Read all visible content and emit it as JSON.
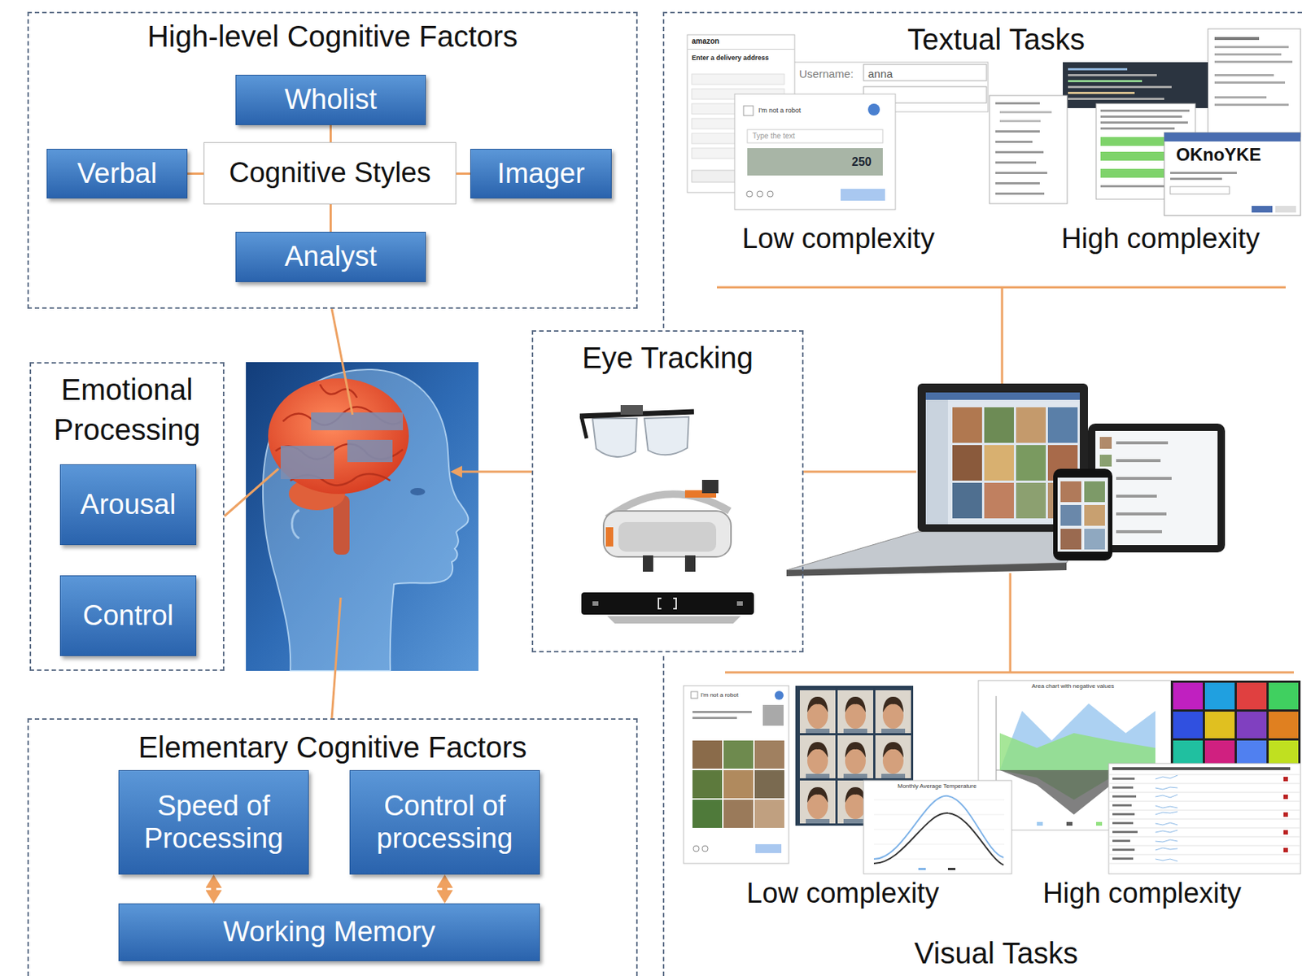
{
  "diagram": {
    "nodes": [
      {
        "text": [
          "High-level Cognitive Factors"
        ]
      },
      {
        "text": [
          "Wholist"
        ],
        "in": 0
      },
      {
        "text": [
          "Verbal"
        ],
        "in": 0
      },
      {
        "text": [
          "Cognitive Styles"
        ],
        "in": 0
      },
      {
        "text": [
          "Imager"
        ],
        "in": 0
      },
      {
        "text": [
          "Analyst"
        ],
        "in": 0
      },
      {
        "text": [
          "Textual Tasks",
          "Low complexity",
          "High complexity"
        ]
      },
      {
        "text": [
          "Emotional Processing"
        ]
      },
      {
        "text": [
          "Arousal"
        ],
        "in": 7
      },
      {
        "text": [
          "Control"
        ],
        "in": 7
      },
      {
        "text": [
          "Eye Tracking"
        ]
      },
      {
        "text": [
          "Elementary Cognitive Factors"
        ]
      },
      {
        "text": [
          "Speed of Processing"
        ],
        "in": 11
      },
      {
        "text": [
          "Control of processing"
        ],
        "in": 11
      },
      {
        "text": [
          "Working Memory"
        ],
        "in": 11
      },
      {
        "text": [
          "Low complexity",
          "High complexity",
          "Visual Tasks"
        ]
      }
    ],
    "edges": [
      {
        "from": 3,
        "to": 1,
        "arrow": "none"
      },
      {
        "from": 3,
        "to": 2,
        "arrow": "none"
      },
      {
        "from": 3,
        "to": 4,
        "arrow": "none"
      },
      {
        "from": 3,
        "to": 5,
        "arrow": "none"
      },
      {
        "from": 12,
        "to": 14,
        "arrow": "both"
      },
      {
        "from": 13,
        "to": 14,
        "arrow": "both"
      }
    ],
    "labels": [
      "amazon",
      "Enter a delivery address",
      "Username:",
      "anna",
      "I'm not a robot",
      "Type the text",
      "250",
      "OKnoYKE",
      "I'm not a robot",
      "Monthly Average Temperature",
      "Area chart with negative values"
    ]
  }
}
